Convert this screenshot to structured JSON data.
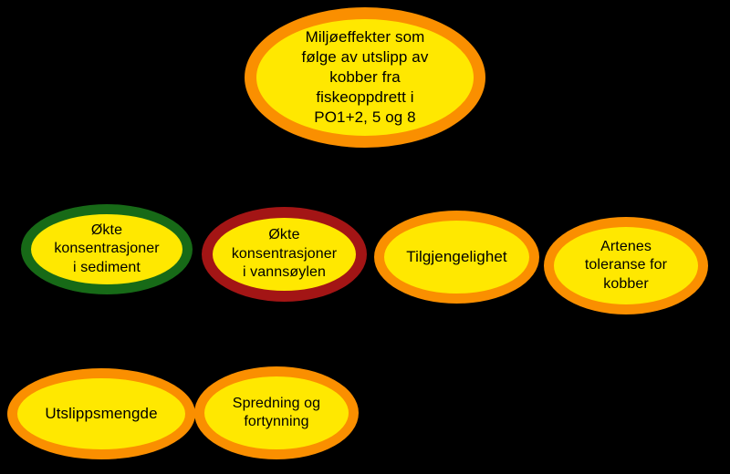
{
  "canvas": {
    "background_color": "#000000"
  },
  "palette": {
    "node_fill": "#FFE800",
    "orange_border": "#FA8F00",
    "green_border": "#176A17",
    "red_border": "#A31515",
    "text_color": "#000000"
  },
  "nodes": {
    "environmental_effects": {
      "label": "Miljøeffekter som følge av utslipp av kobber fra fiskeoppdrett i PO1+2, 5 og 8",
      "label_lines": [
        "Miljøeffekter som",
        "følge av utslipp av",
        "kobber fra",
        "fiskeoppdrett i",
        "PO1+2, 5 og 8"
      ],
      "border_color": "#FA8F00",
      "fill_color": "#FFE800"
    },
    "okte_konsentrasjoner_sediment": {
      "label": "Økte konsentrasjoner i sediment",
      "label_lines": [
        "Økte",
        "konsentrasjoner",
        "i sediment"
      ],
      "border_color": "#176A17",
      "fill_color": "#FFE800"
    },
    "okte_konsentrasjoner_vannsoylen": {
      "label": "Økte konsentrasjoner i vannsøylen",
      "label_lines": [
        "Økte",
        "konsentrasjoner",
        "i vannsøylen"
      ],
      "border_color": "#A31515",
      "fill_color": "#FFE800"
    },
    "tilgjengelighet": {
      "label": "Tilgjengelighet",
      "label_lines": [
        "Tilgjengelighet"
      ],
      "border_color": "#FA8F00",
      "fill_color": "#FFE800"
    },
    "artenes_toleranse": {
      "label": "Artenes toleranse for kobber",
      "label_lines": [
        "Artenes",
        "toleranse for",
        "kobber"
      ],
      "border_color": "#FA8F00",
      "fill_color": "#FFE800"
    },
    "utslippsmengde": {
      "label": "Utslippsmengde",
      "label_lines": [
        "Utslippsmengde"
      ],
      "border_color": "#FA8F00",
      "fill_color": "#FFE800"
    },
    "spredning_og_fortynning": {
      "label": "Spredning og fortynning",
      "label_lines": [
        "Spredning og",
        "fortynning"
      ],
      "border_color": "#FA8F00",
      "fill_color": "#FFE800"
    }
  }
}
